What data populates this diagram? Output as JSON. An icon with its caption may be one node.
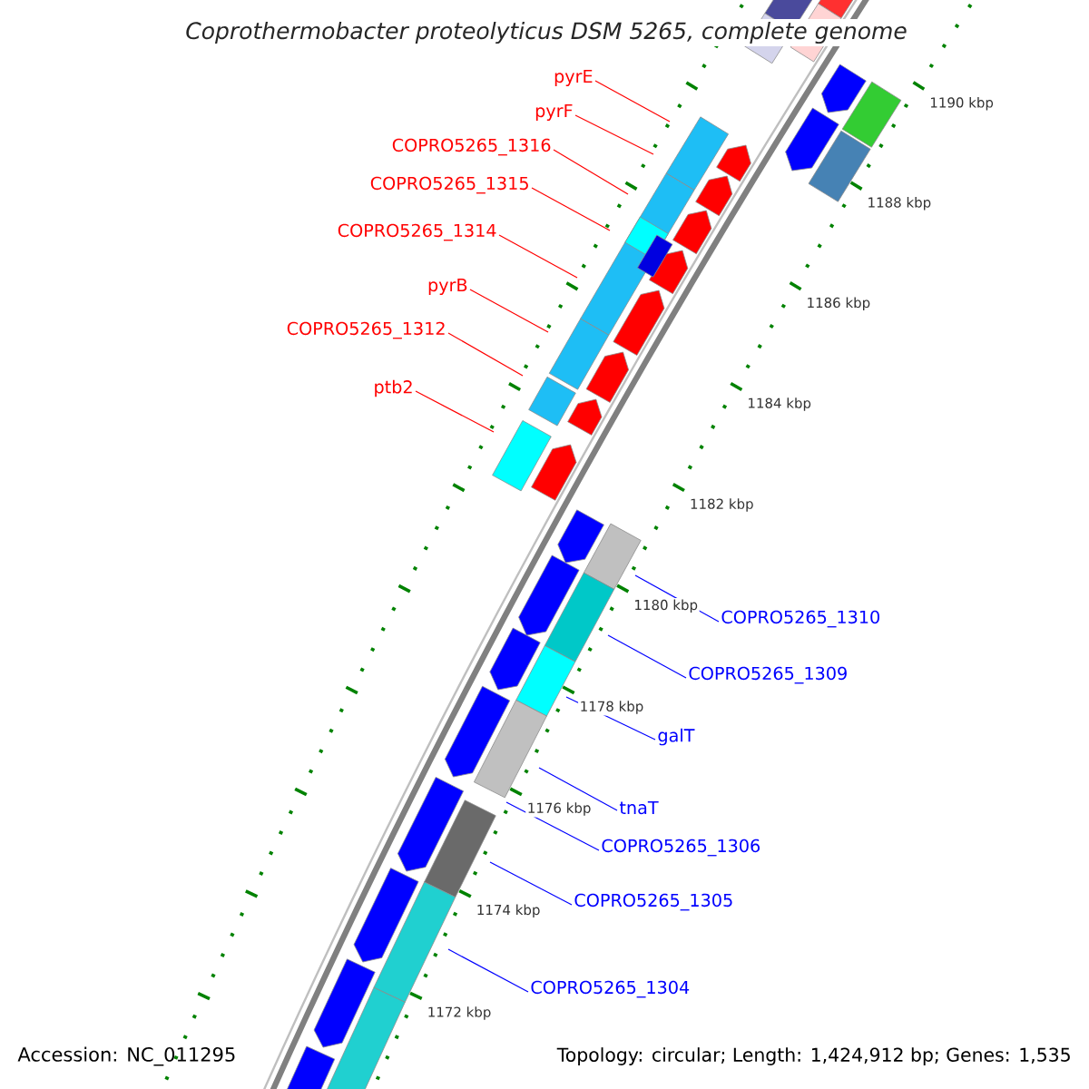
{
  "diagram": {
    "title": "Coprothermobacter proteolyticus DSM 5265, complete genome",
    "nodes": [
      {
        "text": [
          "pyrE"
        ]
      },
      {
        "text": [
          "pyrF"
        ]
      },
      {
        "text": [
          "COPRO5265_1316"
        ]
      },
      {
        "text": [
          "COPRO5265_1315"
        ]
      },
      {
        "text": [
          "COPRO5265_1314"
        ]
      },
      {
        "text": [
          "pyrB"
        ]
      },
      {
        "text": [
          "COPRO5265_1312"
        ]
      },
      {
        "text": [
          "ptb2"
        ]
      },
      {
        "text": [
          "COPRO5265_1310"
        ]
      },
      {
        "text": [
          "COPRO5265_1309"
        ]
      },
      {
        "text": [
          "galT"
        ]
      },
      {
        "text": [
          "tnaT"
        ]
      },
      {
        "text": [
          "COPRO5265_1306"
        ]
      },
      {
        "text": [
          "COPRO5265_1305"
        ]
      },
      {
        "text": [
          "COPRO5265_1304"
        ]
      }
    ],
    "edges": [
      {
        "from": 0,
        "to": null,
        "arrow": "none"
      },
      {
        "from": 1,
        "to": null,
        "arrow": "none"
      },
      {
        "from": 2,
        "to": null,
        "arrow": "none"
      },
      {
        "from": 3,
        "to": null,
        "arrow": "none"
      },
      {
        "from": 4,
        "to": null,
        "arrow": "none"
      },
      {
        "from": 5,
        "to": null,
        "arrow": "none"
      },
      {
        "from": 6,
        "to": null,
        "arrow": "none"
      },
      {
        "from": 7,
        "to": null,
        "arrow": "none"
      },
      {
        "from": 8,
        "to": null,
        "arrow": "none",
        "color": "#0000ff"
      },
      {
        "from": 9,
        "to": null,
        "arrow": "none",
        "color": "#0000ff"
      },
      {
        "from": 10,
        "to": null,
        "arrow": "none",
        "color": "#0000ff"
      },
      {
        "from": 11,
        "to": null,
        "arrow": "none",
        "color": "#0000ff"
      },
      {
        "from": 12,
        "to": null,
        "arrow": "none",
        "color": "#0000ff"
      },
      {
        "from": 13,
        "to": null,
        "arrow": "none",
        "color": "#0000ff"
      },
      {
        "from": 14,
        "to": null,
        "arrow": "none",
        "color": "#0000ff"
      }
    ],
    "labels": [
      "1190 kbp",
      "1188 kbp",
      "1186 kbp",
      "1184 kbp",
      "1182 kbp",
      "1180 kbp",
      "1178 kbp",
      "1176 kbp",
      "1174 kbp",
      "1172 kbp",
      "Accession: NC_011295",
      "Topology: circular; Length: 1,424,912 bp; Genes: 1,535"
    ]
  }
}
